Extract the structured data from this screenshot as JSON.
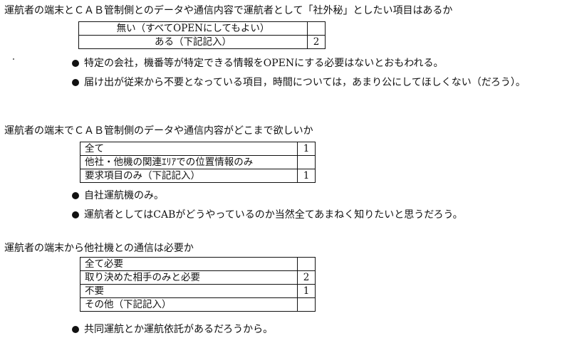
{
  "sections": [
    {
      "question": "運航者の端末とＣＡＢ管制側とのデータや通信内容で運航者として「社外秘」としたい項目はあるか",
      "options": [
        {
          "label": "無い（すべてOPENにしてもよい）",
          "value": ""
        },
        {
          "label": "ある（下記記入）",
          "value": "2"
        }
      ],
      "comments": [
        "特定の会社，機番等が特定できる情報をOPENにする必要はないとおもわれる。",
        "届け出が従来から不要となっている項目，時間については，あまり公にしてほしくない（だろう）。"
      ]
    },
    {
      "question": "運航者の端末でＣＡＢ管制側のデータや通信内容がどこまで欲しいか",
      "options": [
        {
          "label": "全て",
          "value": "1"
        },
        {
          "label": "他社・他機の関連ｴﾘｱでの位置情報のみ",
          "value": ""
        },
        {
          "label": "要求項目のみ（下記記入）",
          "value": "1"
        }
      ],
      "comments": [
        "自社運航機のみ。",
        "運航者としてはCABがどうやっているのか当然全てあまねく知りたいと思うだろう。"
      ]
    },
    {
      "question": "運航者の端末から他社機との通信は必要か",
      "options": [
        {
          "label": "全て必要",
          "value": ""
        },
        {
          "label": "取り決めた相手のみと必要",
          "value": "2"
        },
        {
          "label": "不要",
          "value": "1"
        },
        {
          "label": "その他（下記記入）",
          "value": ""
        }
      ],
      "comments": [
        "共同運航とか運航依託があるだろうから。"
      ]
    }
  ]
}
